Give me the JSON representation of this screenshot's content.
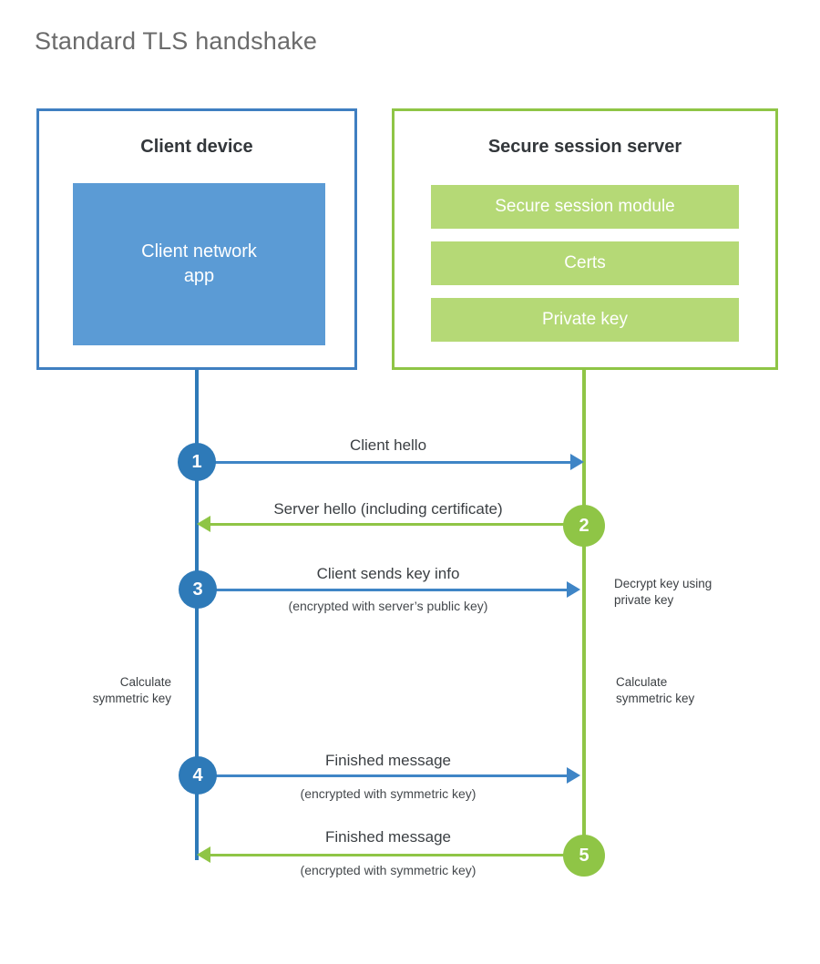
{
  "page": {
    "title": "Standard TLS handshake"
  },
  "colors": {
    "client_border": "#3f7fc1",
    "client_app_fill": "#5b9bd5",
    "client_line": "#2e7ab8",
    "server_border": "#8fc546",
    "server_chip_fill": "#b5d976",
    "server_line": "#8fc546",
    "title_text": "#6b6b6b",
    "body_text": "#3b3f43"
  },
  "client": {
    "title": "Client device",
    "app_label": "Client network\napp",
    "app_label_line1": "Client network",
    "app_label_line2": "app"
  },
  "server": {
    "title": "Secure session server",
    "components": [
      {
        "label": "Secure session module"
      },
      {
        "label": "Certs"
      },
      {
        "label": "Private key"
      }
    ]
  },
  "steps": [
    {
      "number": "1",
      "side": "client",
      "direction": "right",
      "label": "Client hello",
      "sublabel": ""
    },
    {
      "number": "2",
      "side": "server",
      "direction": "left",
      "label": "Server hello (including certificate)",
      "sublabel": ""
    },
    {
      "number": "3",
      "side": "client",
      "direction": "right",
      "label": "Client sends key info",
      "sublabel": "(encrypted with server’s public key)"
    },
    {
      "number": "4",
      "side": "client",
      "direction": "right",
      "label": "Finished message",
      "sublabel": "(encrypted with symmetric key)"
    },
    {
      "number": "5",
      "side": "server",
      "direction": "left",
      "label": "Finished message",
      "sublabel": "(encrypted with symmetric key)"
    }
  ],
  "annotations": {
    "decrypt_key": "Decrypt key using\nprivate key",
    "decrypt_key_line1": "Decrypt key using",
    "decrypt_key_line2": "private key",
    "calc_key_client_line1": "Calculate",
    "calc_key_client_line2": "symmetric key",
    "calc_key_server_line1": "Calculate",
    "calc_key_server_line2": "symmetric key"
  }
}
